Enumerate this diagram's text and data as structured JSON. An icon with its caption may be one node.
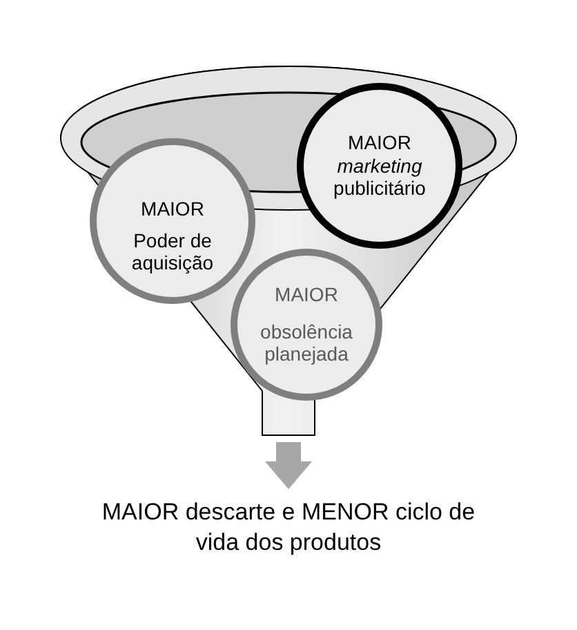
{
  "diagram": {
    "nodes": [
      {
        "text": [],
        "shape": "funnel"
      },
      {
        "text": [
          "MAIOR",
          "Poder de aquisição"
        ],
        "in": 0
      },
      {
        "text": [
          "MAIOR",
          "*marketing* publicitário"
        ],
        "in": 0
      },
      {
        "text": [
          "MAIOR",
          "obsolência planejada"
        ],
        "in": 0
      },
      {
        "text": [
          "MAIOR descarte e MENOR ciclo de vida dos produtos"
        ]
      }
    ],
    "edges": [
      {
        "from": 0,
        "to": 4,
        "arrow": "to"
      }
    ]
  }
}
